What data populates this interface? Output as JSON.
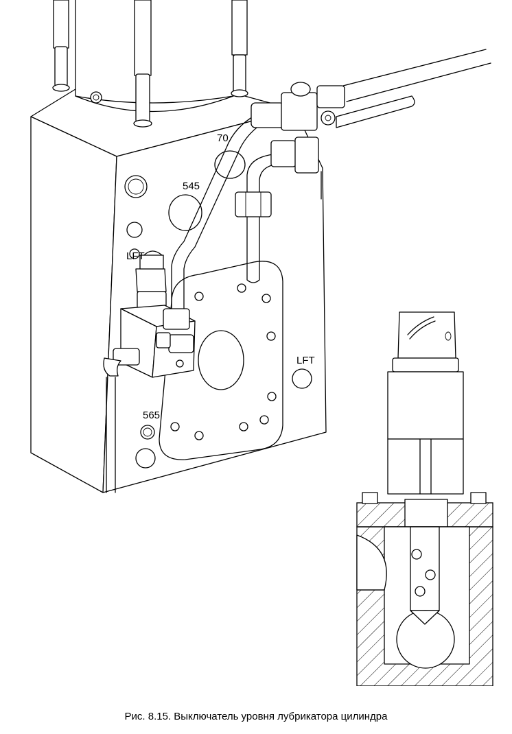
{
  "figure": {
    "caption": "Рис. 8.15. Выключатель уровня лубрикатора цилиндра"
  },
  "labels": {
    "top_port": "70",
    "port_545": "545",
    "lft_left": "LFT",
    "lft_right": "LFT",
    "port_565": "565"
  }
}
